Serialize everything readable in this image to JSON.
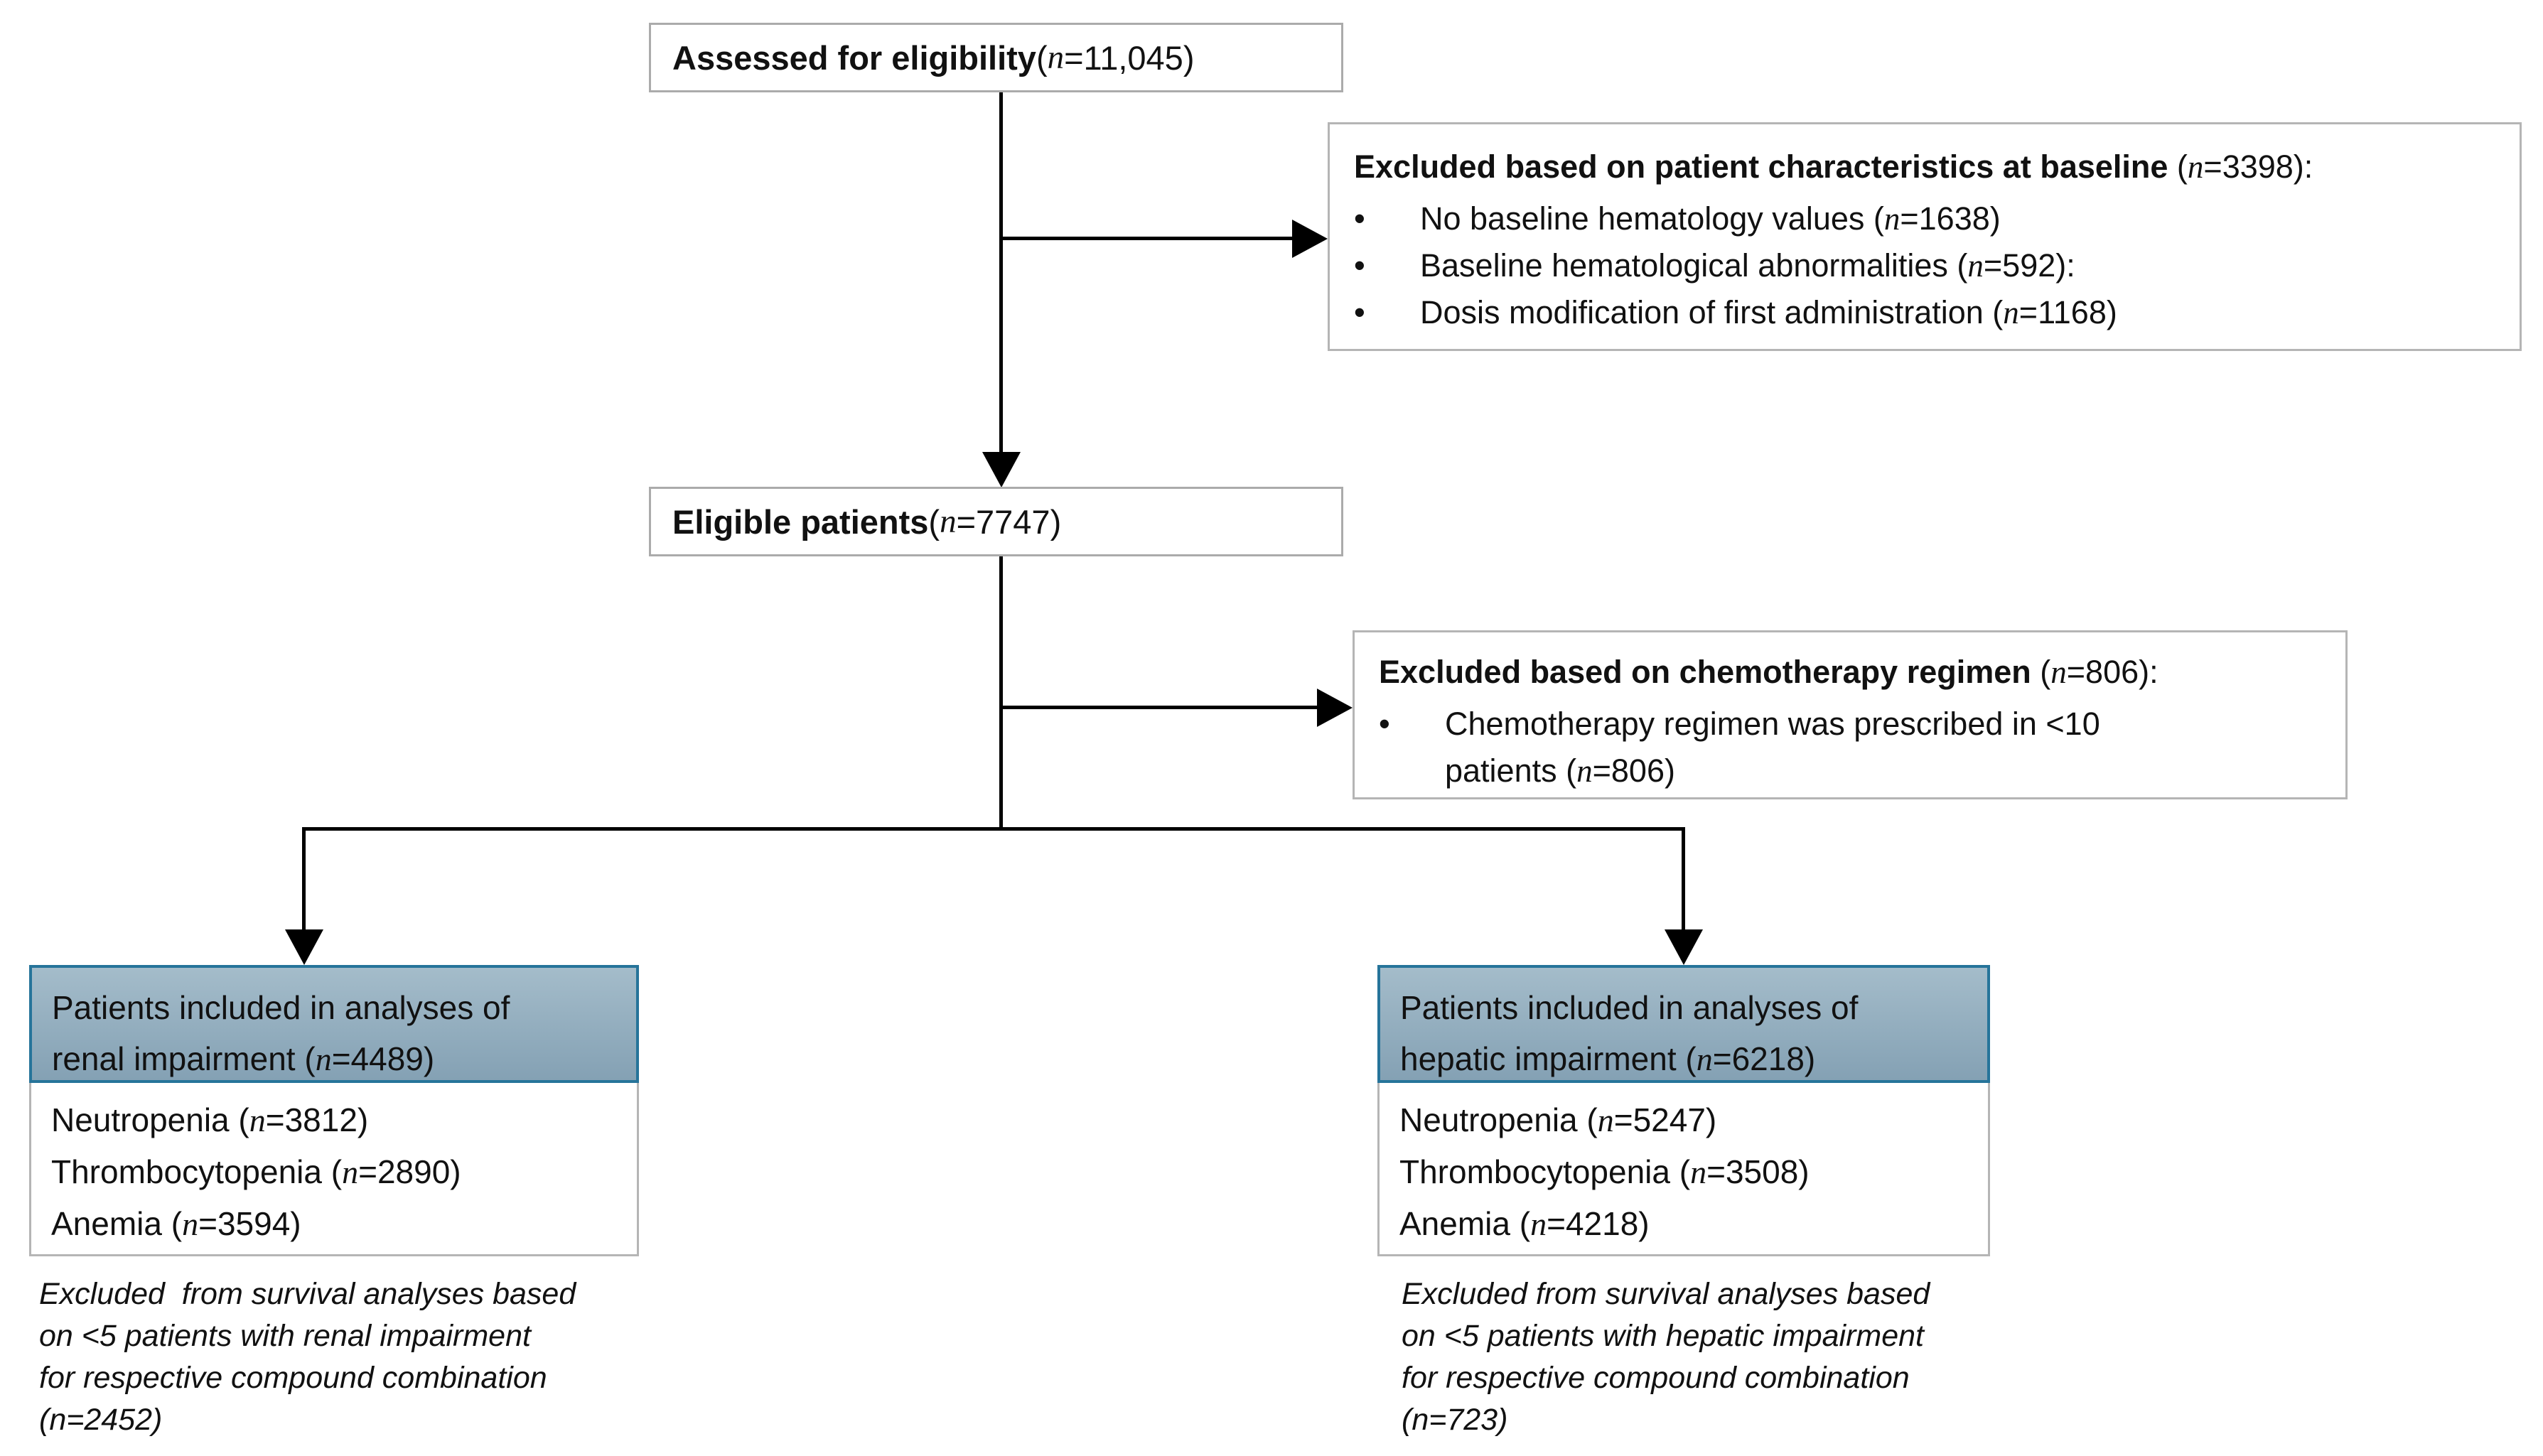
{
  "colors": {
    "header_fill_top": "#a4bcca",
    "header_fill_bottom": "#84a1b4",
    "header_border": "#26749a",
    "box_border": "#ababab",
    "connector": "#000000"
  },
  "bullet": "•",
  "boxes": {
    "assessed": {
      "label": "Assessed for eligibility",
      "open": " (",
      "n": "n",
      "tail": "=11,045)"
    },
    "excluded_baseline": {
      "title": "Excluded based on patient characteristics at baseline",
      "open": " (",
      "n": "n",
      "tail": "=3398):",
      "items": [
        {
          "pre": "No baseline hematology values (",
          "n": "n",
          "tail": "=1638)"
        },
        {
          "pre": "Baseline hematological abnormalities (",
          "n": "n",
          "tail": "=592):"
        },
        {
          "pre": "Dosis modification of first administration (",
          "n": "n",
          "tail": "=1168)"
        }
      ]
    },
    "eligible": {
      "label": "Eligible patients",
      "open": " (",
      "n": "n",
      "tail": "=7747)"
    },
    "excluded_chemo": {
      "title": "Excluded based on chemotherapy regimen",
      "open": " (",
      "n": "n",
      "tail": "=806):",
      "item_line1": "Chemotherapy regimen was prescribed in <10",
      "item_line2_pre": "patients (",
      "item_line2_n": "n",
      "item_line2_tail": "=806)"
    },
    "renal": {
      "header_line1": "Patients included in analyses of",
      "header_line2_pre": "renal impairment (",
      "header_n": "n",
      "header_tail": "=4489)",
      "items": [
        {
          "pre": "Neutropenia (",
          "n": "n",
          "tail": "=3812)"
        },
        {
          "pre": "Thrombocytopenia (",
          "n": "n",
          "tail": "=2890)"
        },
        {
          "pre": "Anemia (",
          "n": "n",
          "tail": "=3594)"
        }
      ]
    },
    "hepatic": {
      "header_line1": "Patients included in analyses of",
      "header_line2_pre": "hepatic impairment (",
      "header_n": "n",
      "header_tail": "=6218)",
      "items": [
        {
          "pre": "Neutropenia (",
          "n": "n",
          "tail": "=5247)"
        },
        {
          "pre": "Thrombocytopenia (",
          "n": "n",
          "tail": "=3508)"
        },
        {
          "pre": "Anemia (",
          "n": "n",
          "tail": "=4218)"
        }
      ]
    }
  },
  "footnotes": {
    "renal": {
      "lines": [
        "Excluded  from survival analyses based",
        "on <5 patients with renal impairment",
        "for respective compound combination",
        "(n=2452)"
      ]
    },
    "hepatic": {
      "lines": [
        "Excluded from survival analyses based",
        "on <5 patients with hepatic impairment",
        "for respective compound combination",
        "(n=723)"
      ]
    }
  }
}
